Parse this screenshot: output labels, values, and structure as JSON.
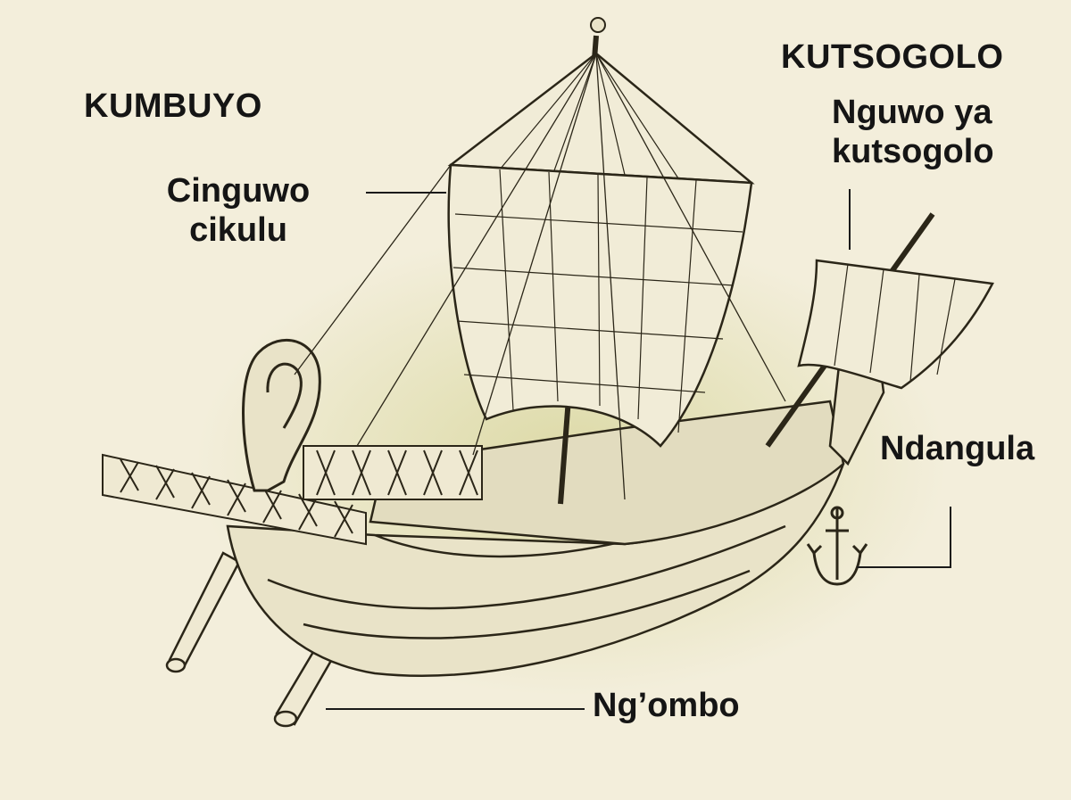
{
  "headings": {
    "bow": "KUMBUYO",
    "stern": "KUTSOGOLO"
  },
  "parts": {
    "mainsail": {
      "line1": "Cinguwo",
      "line2": "cikulu"
    },
    "foresail": {
      "line1": "Nguwo ya",
      "line2": "kutsogolo"
    },
    "anchor": "Ndangula",
    "oar": "Ng’ombo"
  }
}
